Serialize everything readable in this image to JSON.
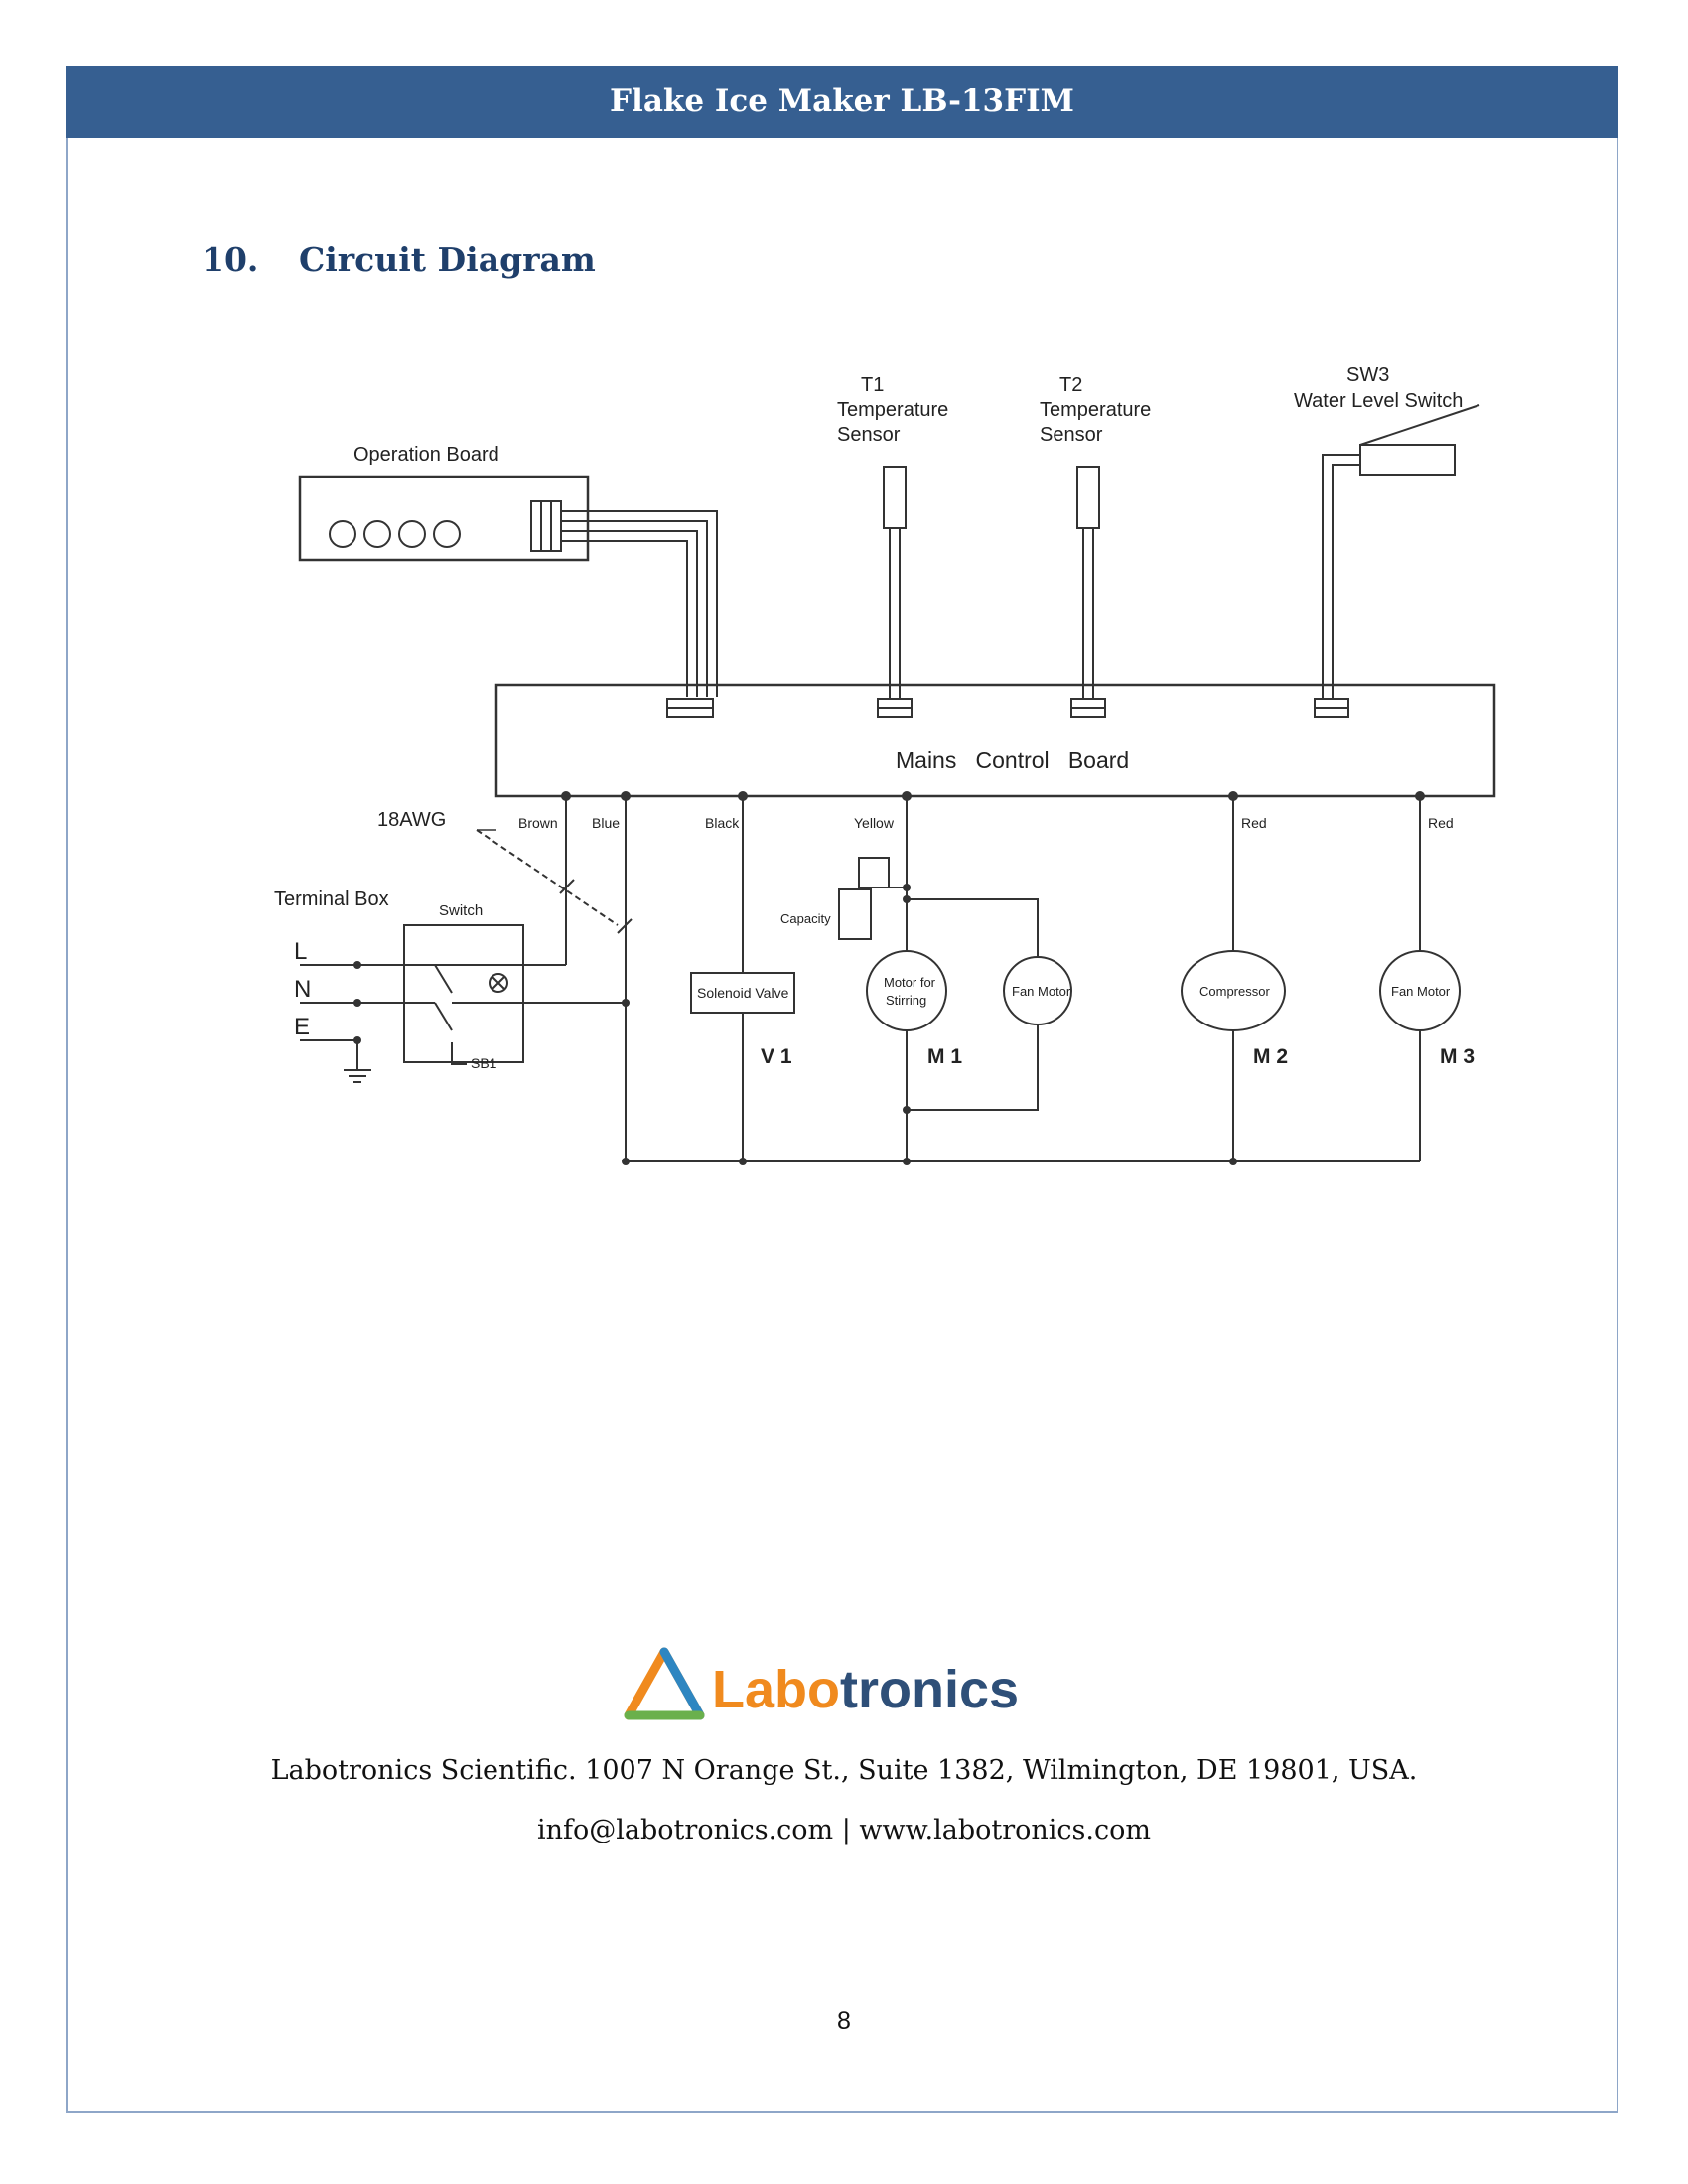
{
  "header": {
    "title": "Flake Ice Maker LB-13FIM"
  },
  "section": {
    "number": "10.",
    "title": "Circuit Diagram"
  },
  "diagram": {
    "operation_board": "Operation  Board",
    "t1": {
      "id": "T1",
      "line1": "Temperature",
      "line2": "Sensor"
    },
    "t2": {
      "id": "T2",
      "line1": "Temperature",
      "line2": "Sensor"
    },
    "sw3": {
      "id": "SW3",
      "label": "Water Level Switch"
    },
    "main_board": "Mains   Control   Board",
    "gauge": "18AWG",
    "wire_colors": [
      "Brown",
      "Blue",
      "Black",
      "Yellow",
      "Red",
      "Red"
    ],
    "terminal_box": "Terminal Box",
    "switch": "Switch",
    "terminals": [
      "L",
      "N",
      "E"
    ],
    "sb1": "SB1",
    "capacity": "Capacity",
    "solenoid_valve": "Solenoid Valve",
    "motor_stirring": [
      "Motor for",
      "Stirring"
    ],
    "fan_motor_1": "Fan Motor",
    "compressor": "Compressor",
    "fan_motor_2": "Fan Motor",
    "designators": [
      "V 1",
      "M 1",
      "M 2",
      "M 3"
    ]
  },
  "logo": {
    "part1": "Labo",
    "part2": "tronics"
  },
  "footer": {
    "address": "Labotronics Scientific. 1007 N Orange St., Suite 1382, Wilmington, DE 19801, USA.",
    "contact": "info@labotronics.com | www.labotronics.com",
    "page_number": "8"
  },
  "colors": {
    "header_bg": "#365f91",
    "heading": "#1f3f6b",
    "logo_orange": "#f08a1e",
    "logo_blue": "#2e4f78"
  }
}
